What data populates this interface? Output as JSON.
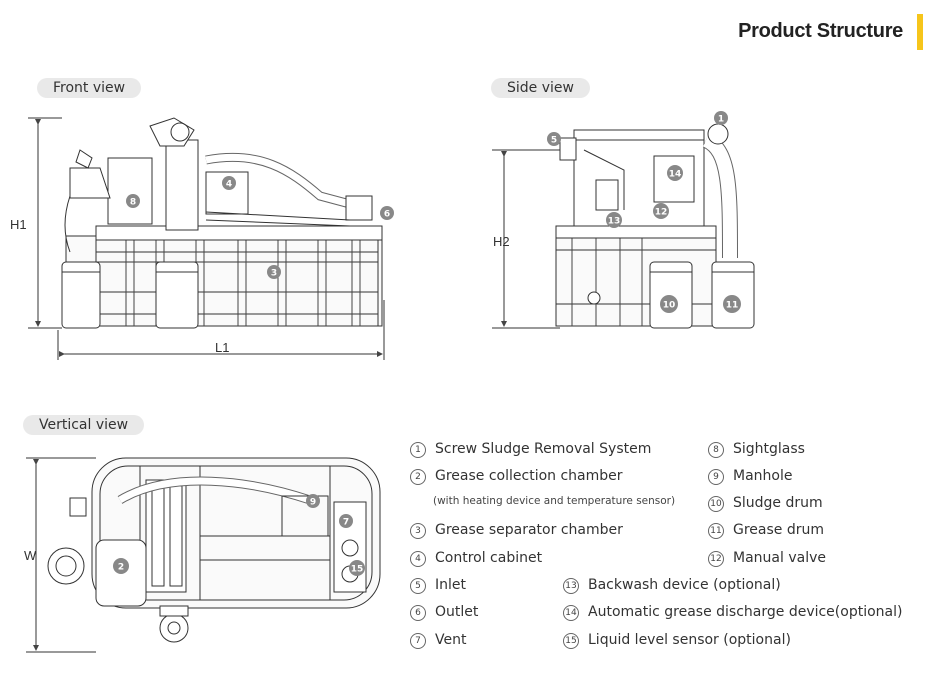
{
  "header": {
    "title": "Product Structure",
    "accent_color": "#f6c51b"
  },
  "views": {
    "front": "Front view",
    "side": "Side view",
    "vertical": "Vertical view"
  },
  "dimensions": {
    "h1": "H1",
    "l1": "L1",
    "h2": "H2",
    "w": "W"
  },
  "callouts": {
    "front": [
      "8",
      "4",
      "6",
      "3"
    ],
    "side": [
      "5",
      "1",
      "14",
      "13",
      "12",
      "10",
      "11"
    ],
    "vertical": [
      "9",
      "7",
      "15",
      "2"
    ]
  },
  "legend": [
    {
      "num": "1",
      "text": "Screw Sludge Removal System"
    },
    {
      "num": "2",
      "text": "Grease collection chamber"
    },
    {
      "num": "3",
      "text": "Grease separator chamber"
    },
    {
      "num": "4",
      "text": "Control cabinet"
    },
    {
      "num": "5",
      "text": "Inlet"
    },
    {
      "num": "6",
      "text": "Outlet"
    },
    {
      "num": "7",
      "text": "Vent"
    },
    {
      "num": "8",
      "text": "Sightglass"
    },
    {
      "num": "9",
      "text": "Manhole"
    },
    {
      "num": "10",
      "text": "Sludge drum"
    },
    {
      "num": "11",
      "text": "Grease drum"
    },
    {
      "num": "12",
      "text": "Manual valve"
    },
    {
      "num": "13",
      "text": "Backwash device (optional)"
    },
    {
      "num": "14",
      "text": "Automatic grease discharge device(optional)"
    },
    {
      "num": "15",
      "text": "Liquid level sensor (optional)"
    }
  ],
  "legend_note": "(with heating device and temperature sensor)"
}
